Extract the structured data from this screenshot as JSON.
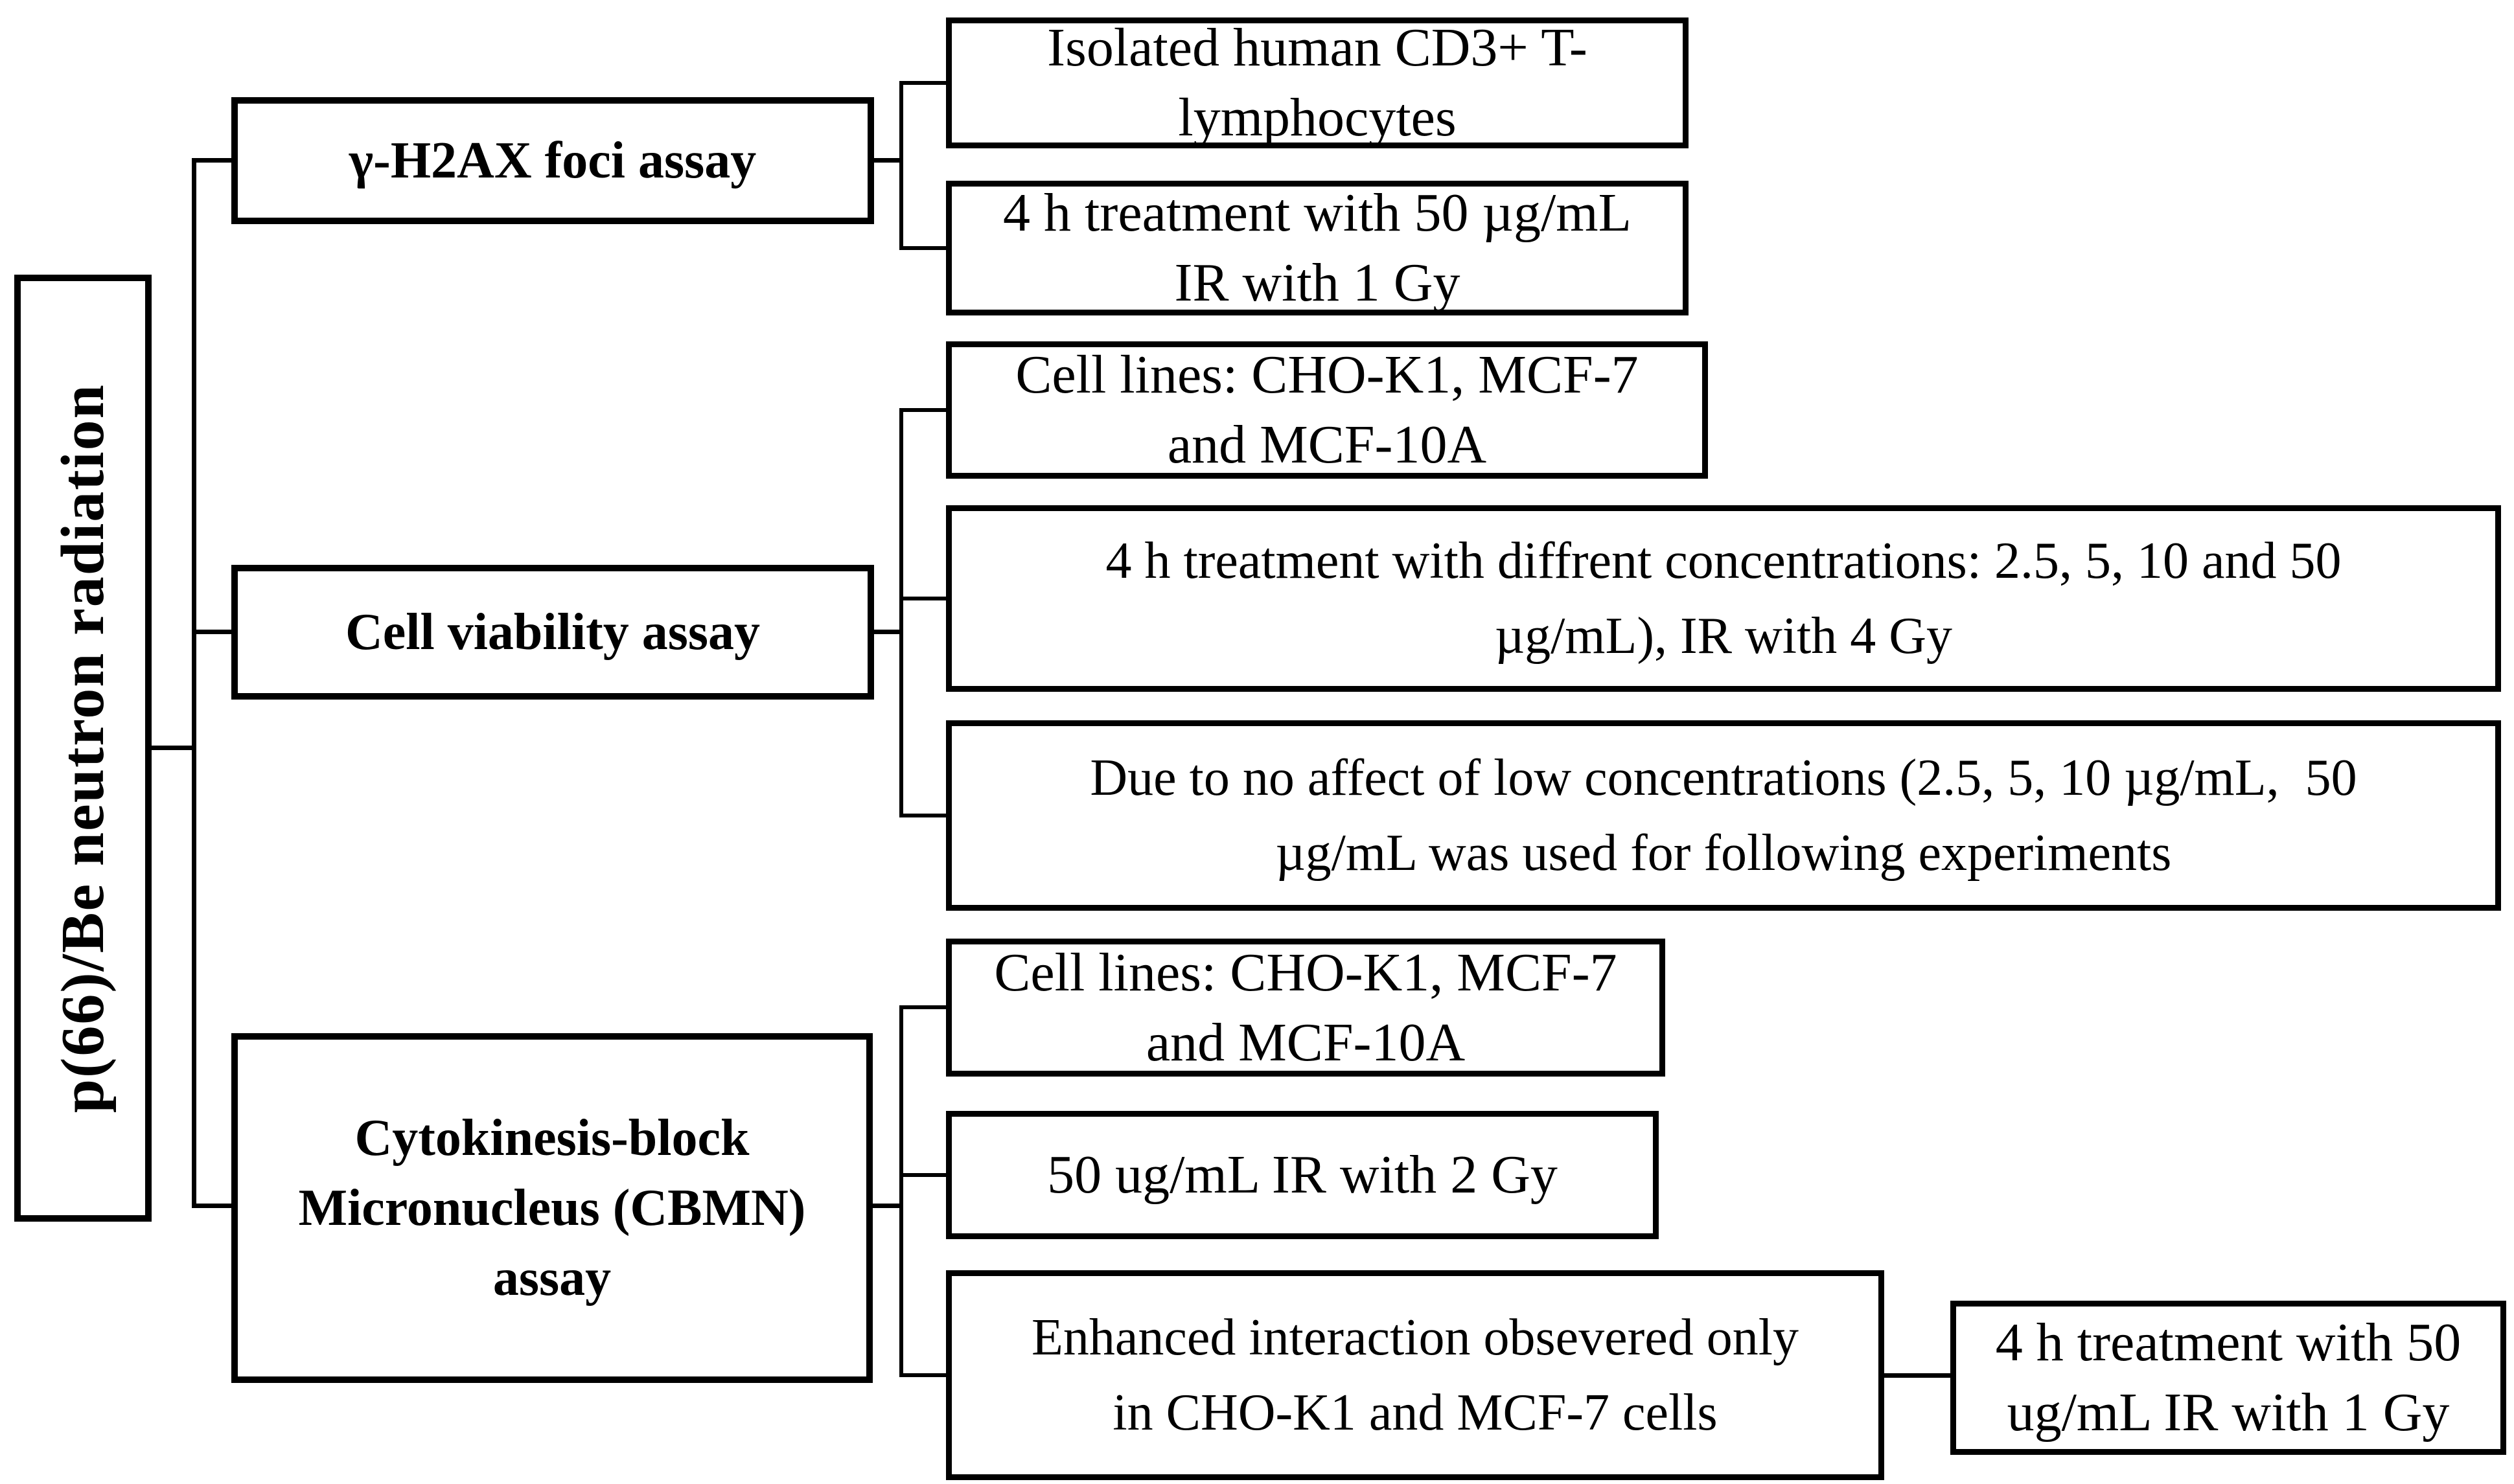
{
  "figure": {
    "title": "p(66)/Be neutron radiation experiment flowchart",
    "colors": {
      "line": "#000000",
      "background": "#ffffff",
      "text": "#000000"
    },
    "root": {
      "label": "p(66)/Be neutron radiation"
    },
    "branches": [
      {
        "label": "γ-H2AX foci assay",
        "children": [
          {
            "lines": [
              "Isolated human CD3+ T-",
              "lymphocytes"
            ]
          },
          {
            "lines": [
              "4 h treatment with 50 µg/mL",
              "IR with 1 Gy"
            ]
          }
        ]
      },
      {
        "label": "Cell viability assay",
        "children": [
          {
            "lines": [
              "Cell lines: CHO-K1, MCF-7",
              "and MCF-10A"
            ]
          },
          {
            "lines": [
              "4 h treatment with diffrent concentrations: 2.5, 5, 10 and 50",
              "µg/mL), IR with 4 Gy"
            ]
          },
          {
            "lines": [
              "Due to no affect of low concentrations (2.5, 5, 10 µg/mL,  50",
              "µg/mL was used for following experiments"
            ]
          }
        ]
      },
      {
        "label": "Cytokinesis-block Micronucleus (CBMN) assay",
        "label_lines": [
          "Cytokinesis-block",
          "Micronucleus (CBMN)",
          "assay"
        ],
        "children": [
          {
            "lines": [
              "Cell lines: CHO-K1, MCF-7",
              "and MCF-10A"
            ]
          },
          {
            "lines": [
              "50 ug/mL IR with 2 Gy"
            ]
          },
          {
            "lines": [
              "Enhanced interaction obsevered only",
              "in CHO-K1 and MCF-7 cells"
            ]
          }
        ],
        "followup": {
          "lines": [
            "4 h treatment with 50",
            "ug/mL IR with 1 Gy"
          ]
        }
      }
    ]
  }
}
